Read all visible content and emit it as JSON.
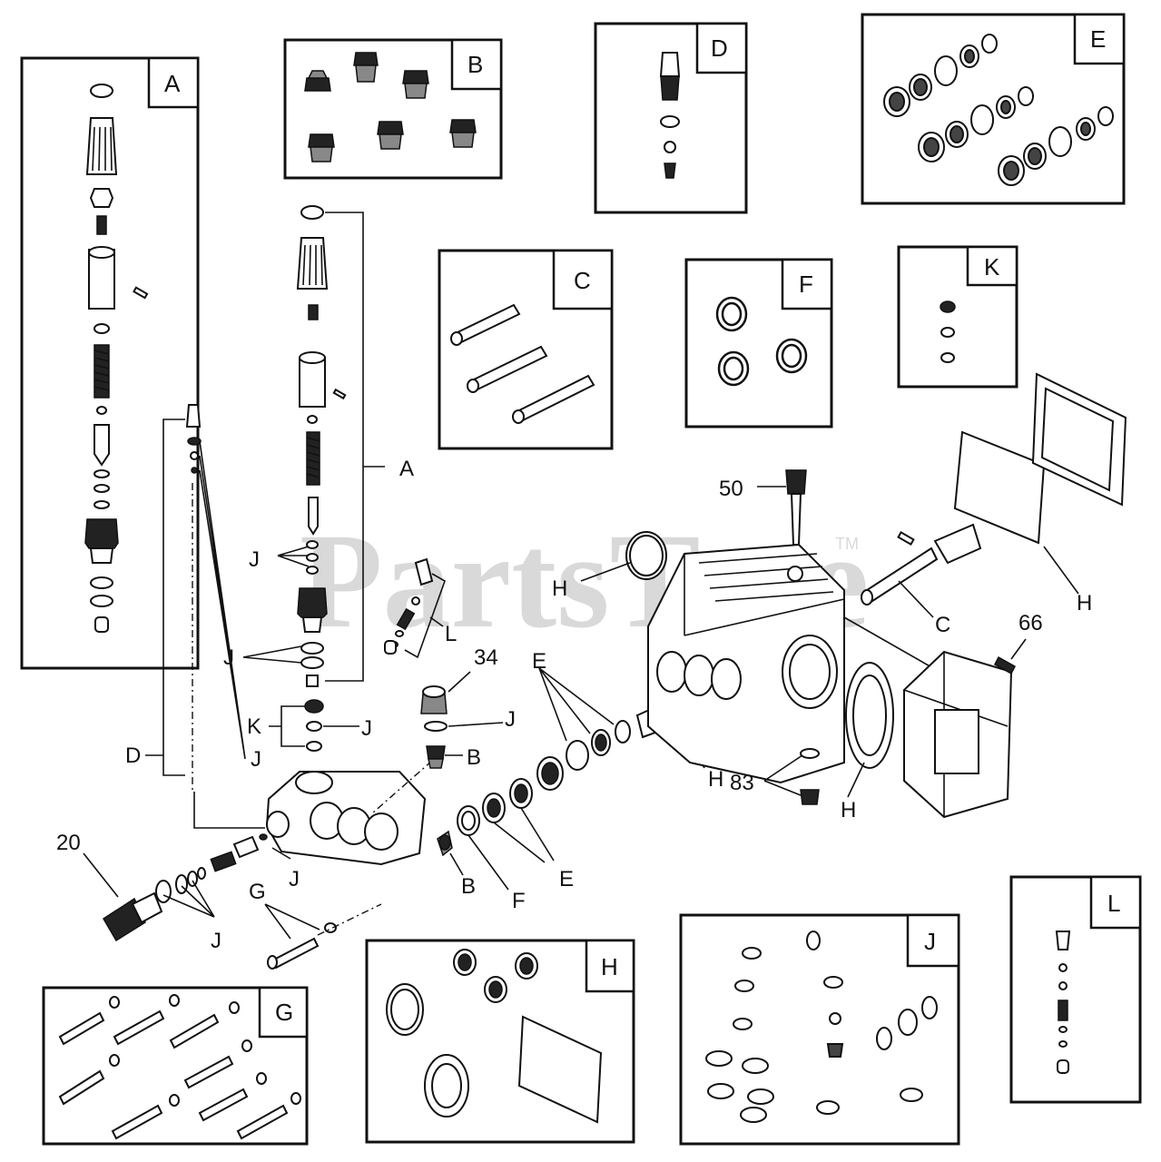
{
  "watermark": {
    "text": "PartsTree",
    "tm": "TM"
  },
  "kit_boxes": [
    {
      "id": "A",
      "label": "A"
    },
    {
      "id": "B",
      "label": "B"
    },
    {
      "id": "C",
      "label": "C"
    },
    {
      "id": "D",
      "label": "D"
    },
    {
      "id": "E",
      "label": "E"
    },
    {
      "id": "F",
      "label": "F"
    },
    {
      "id": "G",
      "label": "G"
    },
    {
      "id": "H",
      "label": "H"
    },
    {
      "id": "J",
      "label": "J"
    },
    {
      "id": "K",
      "label": "K"
    },
    {
      "id": "L",
      "label": "L"
    }
  ],
  "callouts": {
    "a": "A",
    "j_upper": "J",
    "j_mid": "J",
    "l": "L",
    "k": "K",
    "j_k": "J",
    "d": "D",
    "j_d": "J",
    "n34": "34",
    "j_34": "J",
    "b_upper": "B",
    "e_upper": "E",
    "h_seal": "H",
    "h_cap": "H",
    "n50": "50",
    "c": "C",
    "h_gasket": "H",
    "n66": "66",
    "n83": "83",
    "h_lower": "H",
    "n20": "20",
    "j_20": "J",
    "j_plug": "J",
    "g": "G",
    "b_lower": "B",
    "f": "F",
    "e_lower": "E"
  }
}
